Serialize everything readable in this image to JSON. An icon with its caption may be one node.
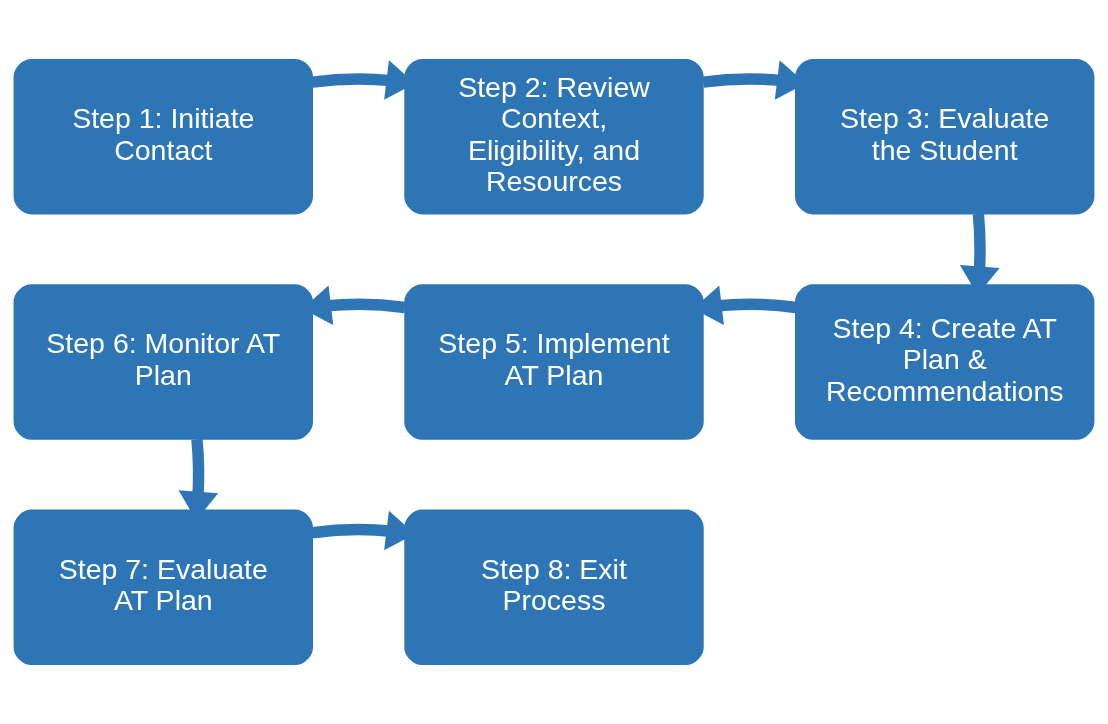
{
  "diagram": {
    "nodes": [
      {
        "text": [
          "Step 1: Initiate Contact"
        ]
      },
      {
        "text": [
          "Step 2: Review Context, Eligibility, and Resources"
        ]
      },
      {
        "text": [
          "Step 3: Evaluate the Student"
        ]
      },
      {
        "text": [
          "Step 4: Create AT Plan & Recommendations"
        ]
      },
      {
        "text": [
          "Step 5: Implement AT Plan"
        ]
      },
      {
        "text": [
          "Step 6: Monitor AT Plan"
        ]
      },
      {
        "text": [
          "Step 7: Evaluate AT Plan"
        ]
      },
      {
        "text": [
          "Step 8: Exit Process"
        ]
      }
    ],
    "edges": [
      {
        "from": 0,
        "to": 1,
        "arrow": "to"
      },
      {
        "from": 1,
        "to": 2,
        "arrow": "to"
      },
      {
        "from": 2,
        "to": 3,
        "arrow": "to"
      },
      {
        "from": 3,
        "to": 4,
        "arrow": "to"
      },
      {
        "from": 4,
        "to": 5,
        "arrow": "to"
      },
      {
        "from": 5,
        "to": 6,
        "arrow": "to"
      },
      {
        "from": 6,
        "to": 7,
        "arrow": "to"
      }
    ]
  }
}
